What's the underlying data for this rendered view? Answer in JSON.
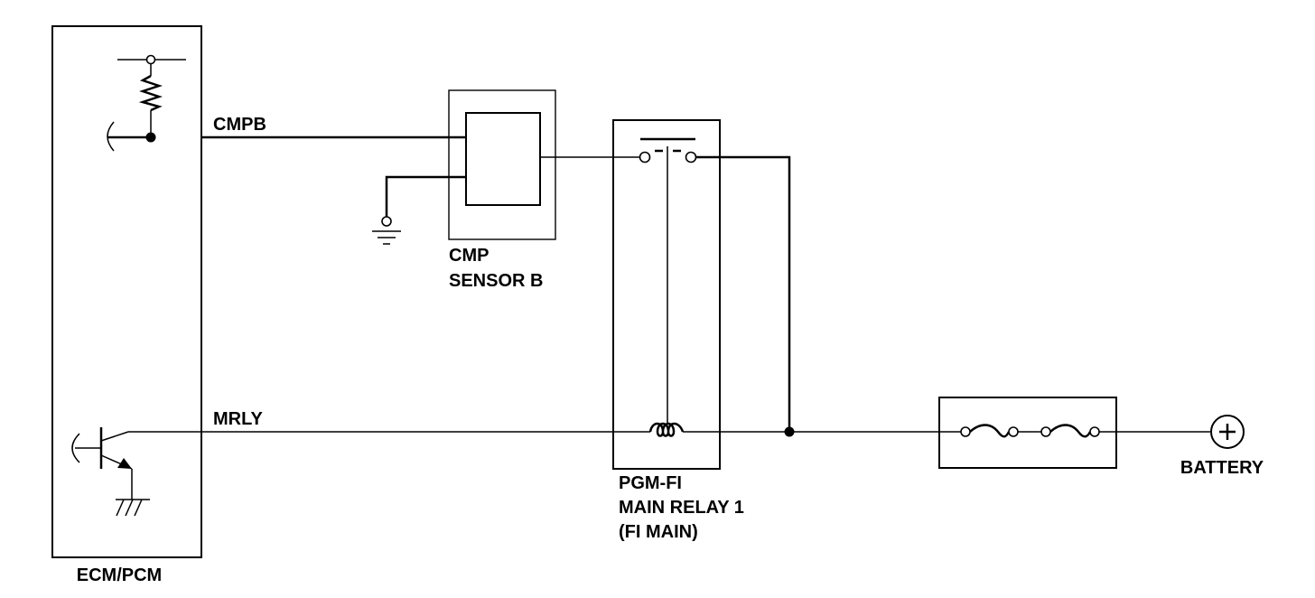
{
  "components": {
    "ecm": {
      "label": "ECM/PCM"
    },
    "cmp_sensor": {
      "label_line1": "CMP",
      "label_line2": "SENSOR B"
    },
    "main_relay": {
      "label_line1": "PGM-FI",
      "label_line2": "MAIN RELAY 1",
      "label_line3": "(FI MAIN)"
    },
    "battery": {
      "label": "BATTERY"
    }
  },
  "signals": {
    "cmpb": "CMPB",
    "mrly": "MRLY"
  }
}
